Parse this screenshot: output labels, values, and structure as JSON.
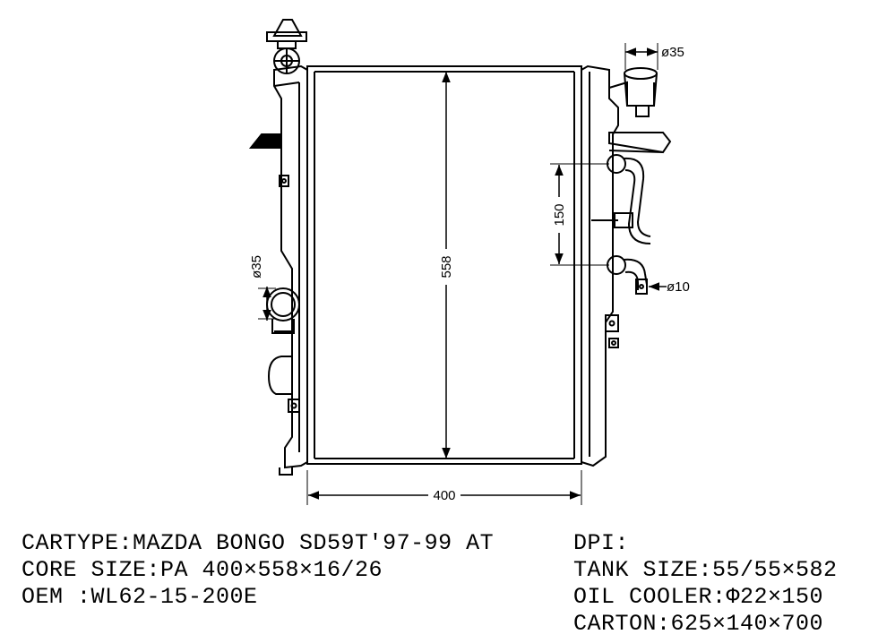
{
  "diagram": {
    "dimensions": {
      "core_height": "558",
      "core_width": "400",
      "oil_cooler_spacing": "150",
      "inlet_diameter": "ø35",
      "outlet_diameter": "ø35",
      "oil_fitting_diameter": "ø10"
    }
  },
  "specs_left": {
    "cartype": "CARTYPE:MAZDA BONGO SD59T'97-99 AT",
    "core_size": "CORE SIZE:PA 400×558×16/26",
    "oem": "OEM :WL62-15-200E"
  },
  "specs_right": {
    "dpi": "DPI:",
    "tank_size": "TANK SIZE:55/55×582",
    "oil_cooler": "OIL COOLER:Φ22×150",
    "carton": "CARTON:625×140×700"
  }
}
